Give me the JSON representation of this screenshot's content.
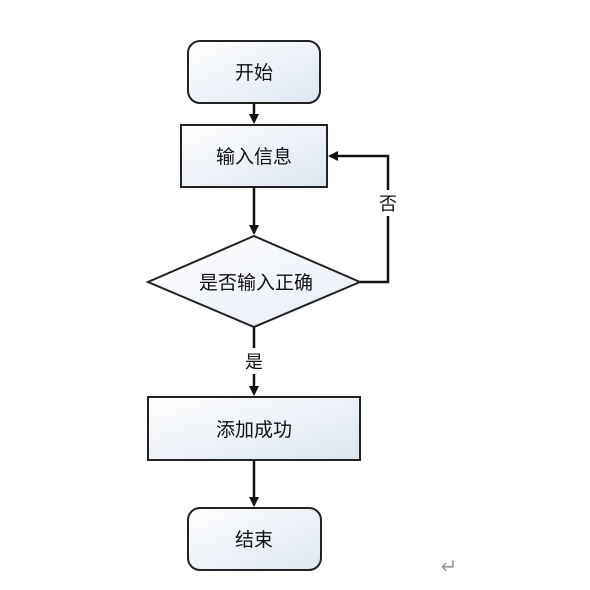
{
  "nodes": {
    "start": "开始",
    "input": "输入信息",
    "decision": "是否输入正确",
    "success": "添加成功",
    "end": "结束"
  },
  "edges": {
    "yes": "是",
    "no": "否"
  },
  "paragraph_mark": "↵",
  "colors": {
    "stroke": "#222222",
    "fill_top": "#ffffff",
    "fill_bottom": "#dfe7f2"
  }
}
